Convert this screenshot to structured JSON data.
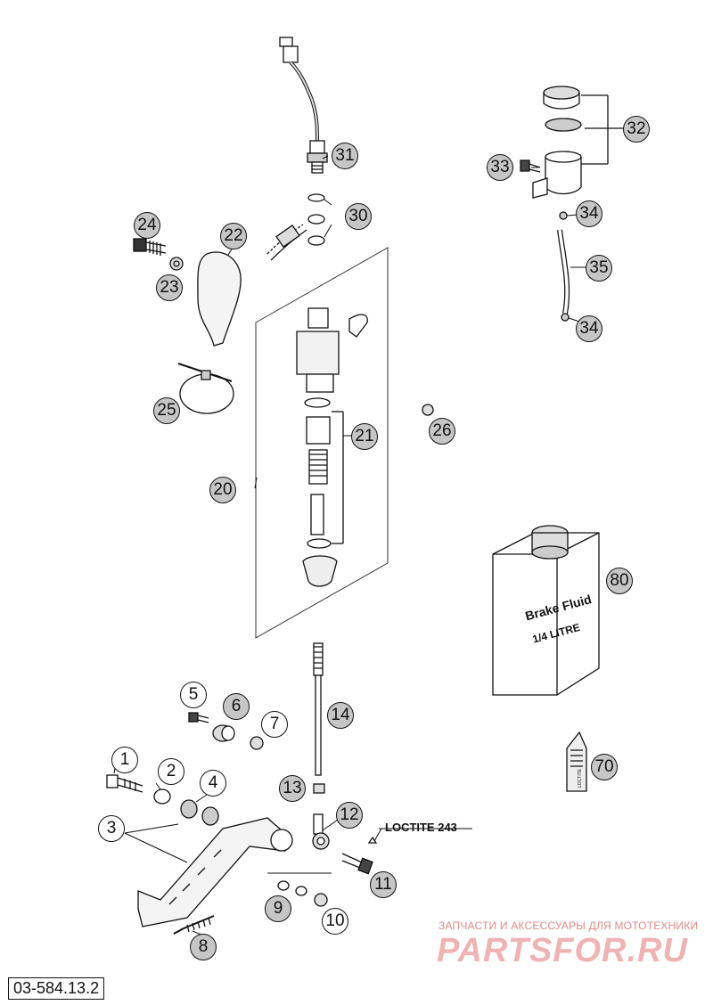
{
  "drawing_number": "03-584.13.2",
  "note": "LOCTITE 243",
  "container": {
    "label_line1": "Brake Fluid",
    "label_line2": "1/4 LITRE"
  },
  "tube_label": "LOCTITE",
  "watermark": {
    "line1": "ЗАПЧАСТИ И АКСЕССУАРЫ ДЛЯ МОТОТЕХНИКИ",
    "line2": "PARTSFOR.RU"
  },
  "callouts": [
    {
      "id": "31",
      "style": "filled"
    },
    {
      "id": "30",
      "style": "filled"
    },
    {
      "id": "24",
      "style": "filled"
    },
    {
      "id": "22",
      "style": "filled"
    },
    {
      "id": "23",
      "style": "filled"
    },
    {
      "id": "25",
      "style": "filled"
    },
    {
      "id": "21",
      "style": "filled"
    },
    {
      "id": "20",
      "style": "filled"
    },
    {
      "id": "26",
      "style": "filled"
    },
    {
      "id": "32",
      "style": "filled"
    },
    {
      "id": "33",
      "style": "filled"
    },
    {
      "id": "34",
      "style": "filled"
    },
    {
      "id": "35",
      "style": "filled"
    },
    {
      "id": "34",
      "style": "filled"
    },
    {
      "id": "80",
      "style": "filled"
    },
    {
      "id": "5",
      "style": "hollow"
    },
    {
      "id": "6",
      "style": "filled"
    },
    {
      "id": "7",
      "style": "hollow"
    },
    {
      "id": "14",
      "style": "filled"
    },
    {
      "id": "1",
      "style": "hollow"
    },
    {
      "id": "2",
      "style": "hollow"
    },
    {
      "id": "4",
      "style": "hollow"
    },
    {
      "id": "3",
      "style": "hollow"
    },
    {
      "id": "13",
      "style": "filled"
    },
    {
      "id": "12",
      "style": "filled"
    },
    {
      "id": "11",
      "style": "filled"
    },
    {
      "id": "9",
      "style": "filled"
    },
    {
      "id": "10",
      "style": "hollow"
    },
    {
      "id": "8",
      "style": "filled"
    },
    {
      "id": "70",
      "style": "filled"
    }
  ]
}
